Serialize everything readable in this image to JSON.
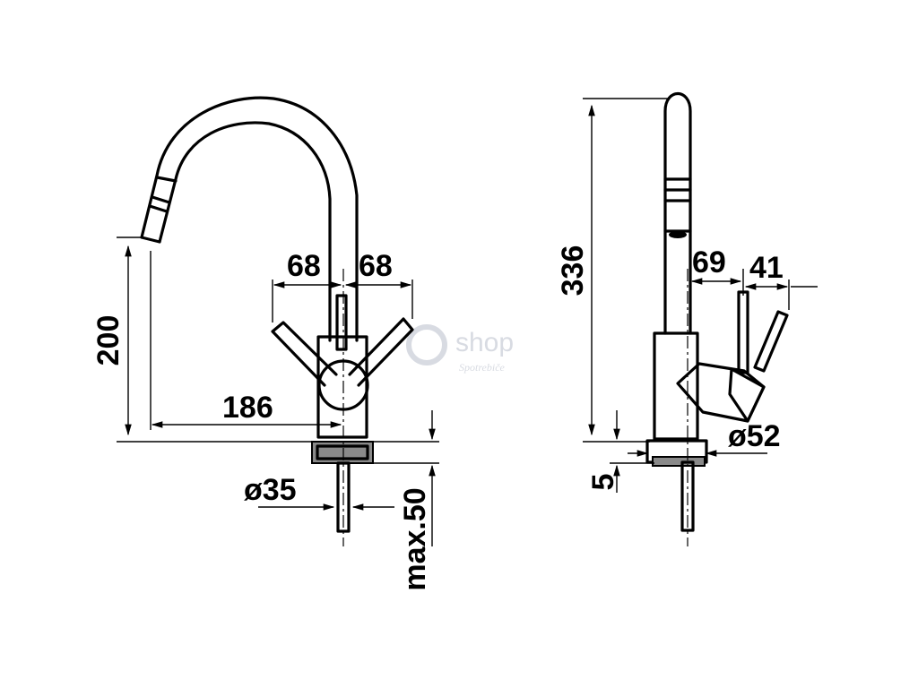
{
  "front_view": {
    "dim_height": "200",
    "dim_reach": "186",
    "dim_left_handle": "68",
    "dim_right_handle": "68",
    "dim_hole": "ø35",
    "dim_max_thickness": "max.50"
  },
  "side_view": {
    "dim_height": "336",
    "dim_handle_offset": "69",
    "dim_handle_reach": "41",
    "dim_base": "ø52",
    "dim_base_height": "5"
  },
  "watermark": {
    "text": "shop",
    "subtext": "Spotrebiče"
  },
  "colors": {
    "ink": "#000000",
    "watermark": "#d8dbe2"
  }
}
